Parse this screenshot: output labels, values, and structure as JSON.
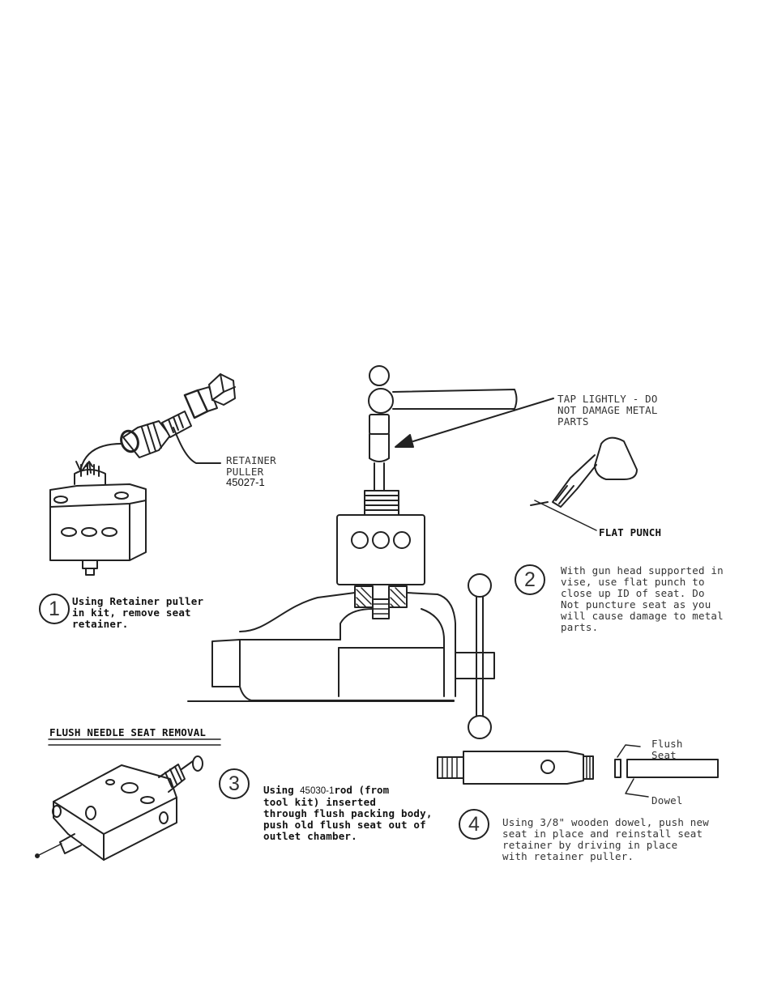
{
  "labels": {
    "retainer_puller": "RETAINER\nPULLER",
    "retainer_puller_pn": "45027-1",
    "tap_lightly": "TAP LIGHTLY - DO\nNOT DAMAGE METAL\nPARTS",
    "flat_punch": "FLAT PUNCH",
    "flush_seat": "Flush\nSeat",
    "dowel": "Dowel",
    "section_title": "FLUSH NEEDLE SEAT REMOVAL"
  },
  "steps": [
    {
      "number": "1",
      "text": "Using Retainer puller\nin kit, remove seat\nretainer."
    },
    {
      "number": "2",
      "text": "With gun head supported in\nvise, use flat punch to\nclose up ID of seat. Do\nNot puncture seat as you\nwill cause damage to metal\nparts."
    },
    {
      "number": "3",
      "text_pn": "45030-1",
      "text_a": "rod (from",
      "text_b": "tool kit) inserted\nthrough flush packing body,\npush old flush seat out of\noutlet chamber."
    },
    {
      "number": "4",
      "text": "Using 3/8\" wooden dowel, push new\nseat in place and reinstall seat\nretainer by driving in place\nwith retainer puller."
    }
  ]
}
